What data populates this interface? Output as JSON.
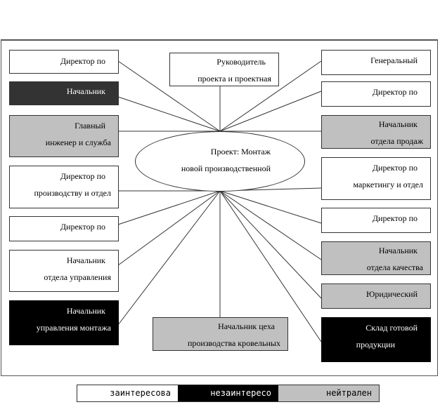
{
  "center": {
    "line1": "Проект: Монтаж",
    "line2": "новой производственной"
  },
  "stakeholders": {
    "left": [
      {
        "line1": "Директор по",
        "line2": "",
        "status": "interested"
      },
      {
        "line1": "Начальник",
        "line2": "",
        "status": "dark"
      },
      {
        "line1": "Главный",
        "line2": "инженер и служба",
        "status": "neutral"
      },
      {
        "line1": "Директор по",
        "line2": "производству и отдел",
        "status": "interested"
      },
      {
        "line1": "Директор по",
        "line2": "",
        "status": "interested"
      },
      {
        "line1": "Начальник",
        "line2": "отдела управления",
        "status": "interested"
      },
      {
        "line1": "Начальник",
        "line2": "управления монтажа",
        "status": "uninterested"
      }
    ],
    "top": {
      "line1": "Руководитель",
      "line2": "проекта и проектная",
      "status": "interested"
    },
    "bottom": {
      "line1": "Начальник цеха",
      "line2": "производства кровельных",
      "status": "neutral"
    },
    "right": [
      {
        "line1": "Генеральный",
        "line2": "",
        "status": "interested"
      },
      {
        "line1": "Директор по",
        "line2": "",
        "status": "interested"
      },
      {
        "line1": "Начальник",
        "line2": "отдела продаж",
        "status": "neutral"
      },
      {
        "line1": "Директор по",
        "line2": "маркетингу и отдел",
        "status": "interested"
      },
      {
        "line1": "Директор по",
        "line2": "",
        "status": "interested"
      },
      {
        "line1": "Начальник",
        "line2": "отдела качества",
        "status": "neutral"
      },
      {
        "line1": "Юридический",
        "line2": "",
        "status": "neutral"
      },
      {
        "line1": "Склад готовой",
        "line2": "продукции",
        "status": "uninterested"
      }
    ]
  },
  "legend": {
    "interested": "заинтересова",
    "uninterested": "незаинтересо",
    "neutral": "нейтрален"
  },
  "colors": {
    "interested": "#ffffff",
    "uninterested": "#000000",
    "neutral": "#c0c0c0",
    "dark": "#333333"
  }
}
